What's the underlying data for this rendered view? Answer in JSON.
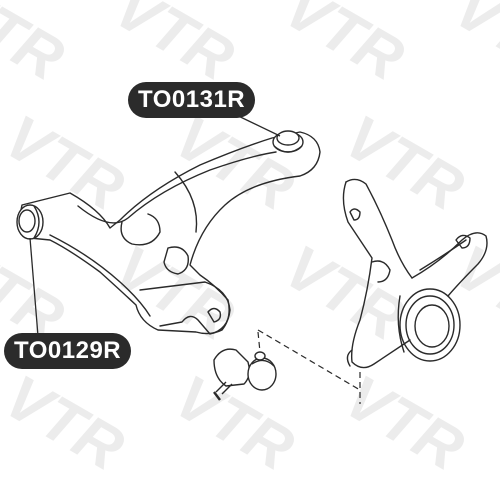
{
  "callouts": {
    "upper": "TO0131R",
    "lower": "TO0129R"
  },
  "watermark": "VTR",
  "colors": {
    "line": "#2a2a2a",
    "watermark": "#ececec",
    "callout_bg": "#2b2b2b",
    "callout_text": "#ffffff"
  }
}
